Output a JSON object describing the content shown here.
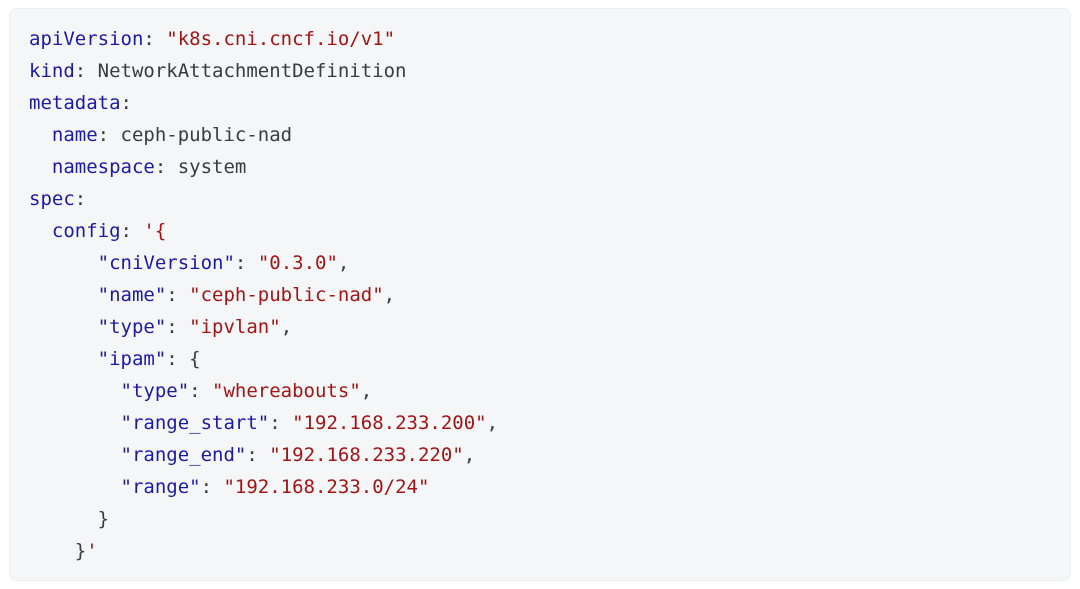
{
  "code_block": {
    "language": "yaml",
    "colors": {
      "background": "#f5f6f8",
      "border": "#eceef1",
      "key": "#1a1aa6",
      "string": "#a31515",
      "plain": "#3b3b3b"
    },
    "lines": [
      [
        {
          "t": "key",
          "v": "apiVersion"
        },
        {
          "t": "plain",
          "v": ": "
        },
        {
          "t": "str",
          "v": "\"k8s.cni.cncf.io/v1\""
        }
      ],
      [
        {
          "t": "key",
          "v": "kind"
        },
        {
          "t": "plain",
          "v": ": NetworkAttachmentDefinition"
        }
      ],
      [
        {
          "t": "key",
          "v": "metadata"
        },
        {
          "t": "plain",
          "v": ":"
        }
      ],
      [
        {
          "t": "plain",
          "v": "  "
        },
        {
          "t": "key",
          "v": "name"
        },
        {
          "t": "plain",
          "v": ": ceph-public-nad"
        }
      ],
      [
        {
          "t": "plain",
          "v": "  "
        },
        {
          "t": "key",
          "v": "namespace"
        },
        {
          "t": "plain",
          "v": ": system"
        }
      ],
      [
        {
          "t": "key",
          "v": "spec"
        },
        {
          "t": "plain",
          "v": ":"
        }
      ],
      [
        {
          "t": "plain",
          "v": "  "
        },
        {
          "t": "key",
          "v": "config"
        },
        {
          "t": "plain",
          "v": ": "
        },
        {
          "t": "str",
          "v": "'{"
        }
      ],
      [
        {
          "t": "plain",
          "v": "      "
        },
        {
          "t": "key",
          "v": "\"cniVersion\""
        },
        {
          "t": "plain",
          "v": ": "
        },
        {
          "t": "str",
          "v": "\"0.3.0\""
        },
        {
          "t": "plain",
          "v": ","
        }
      ],
      [
        {
          "t": "plain",
          "v": "      "
        },
        {
          "t": "key",
          "v": "\"name\""
        },
        {
          "t": "plain",
          "v": ": "
        },
        {
          "t": "str",
          "v": "\"ceph-public-nad\""
        },
        {
          "t": "plain",
          "v": ","
        }
      ],
      [
        {
          "t": "plain",
          "v": "      "
        },
        {
          "t": "key",
          "v": "\"type\""
        },
        {
          "t": "plain",
          "v": ": "
        },
        {
          "t": "str",
          "v": "\"ipvlan\""
        },
        {
          "t": "plain",
          "v": ","
        }
      ],
      [
        {
          "t": "plain",
          "v": "      "
        },
        {
          "t": "key",
          "v": "\"ipam\""
        },
        {
          "t": "plain",
          "v": ": "
        },
        {
          "t": "plain",
          "v": "{"
        }
      ],
      [
        {
          "t": "plain",
          "v": "        "
        },
        {
          "t": "key",
          "v": "\"type\""
        },
        {
          "t": "plain",
          "v": ": "
        },
        {
          "t": "str",
          "v": "\"whereabouts\""
        },
        {
          "t": "plain",
          "v": ","
        }
      ],
      [
        {
          "t": "plain",
          "v": "        "
        },
        {
          "t": "key",
          "v": "\"range_start\""
        },
        {
          "t": "plain",
          "v": ": "
        },
        {
          "t": "str",
          "v": "\"192.168.233.200\""
        },
        {
          "t": "plain",
          "v": ","
        }
      ],
      [
        {
          "t": "plain",
          "v": "        "
        },
        {
          "t": "key",
          "v": "\"range_end\""
        },
        {
          "t": "plain",
          "v": ": "
        },
        {
          "t": "str",
          "v": "\"192.168.233.220\""
        },
        {
          "t": "plain",
          "v": ","
        }
      ],
      [
        {
          "t": "plain",
          "v": "        "
        },
        {
          "t": "key",
          "v": "\"range\""
        },
        {
          "t": "plain",
          "v": ": "
        },
        {
          "t": "str",
          "v": "\"192.168.233.0/24\""
        }
      ],
      [
        {
          "t": "plain",
          "v": "      }"
        }
      ],
      [
        {
          "t": "plain",
          "v": "    }"
        },
        {
          "t": "str",
          "v": "'"
        }
      ]
    ]
  }
}
